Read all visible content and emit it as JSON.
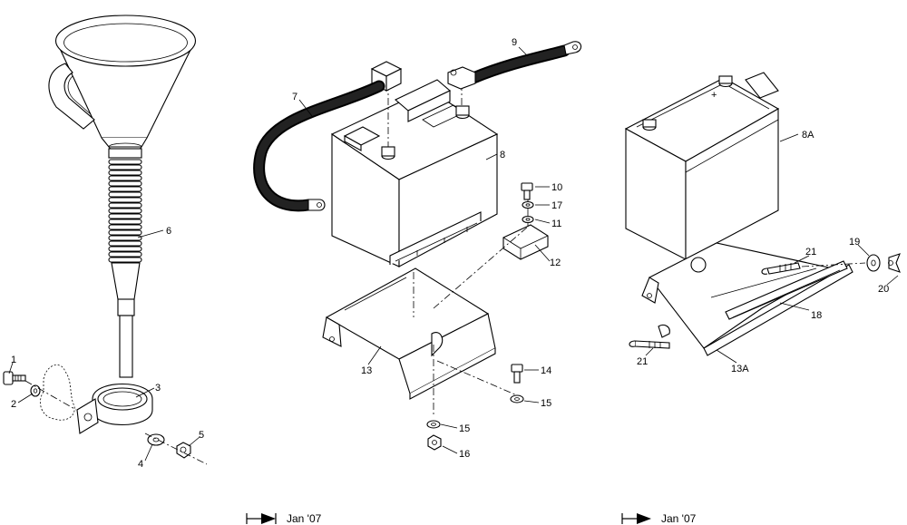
{
  "callouts": {
    "c1": "1",
    "c2": "2",
    "c3": "3",
    "c4": "4",
    "c5": "5",
    "c6": "6",
    "c7": "7",
    "c8": "8",
    "c8a": "8A",
    "c9": "9",
    "c10": "10",
    "c11": "11",
    "c12": "12",
    "c13": "13",
    "c13a": "13A",
    "c14": "14",
    "c15a": "15",
    "c15b": "15",
    "c16": "16",
    "c17": "17",
    "c18": "18",
    "c19": "19",
    "c20": "20",
    "c21a": "21",
    "c21b": "21"
  },
  "footer": {
    "left_date": "Jan '07",
    "right_date": "Jan '07"
  }
}
